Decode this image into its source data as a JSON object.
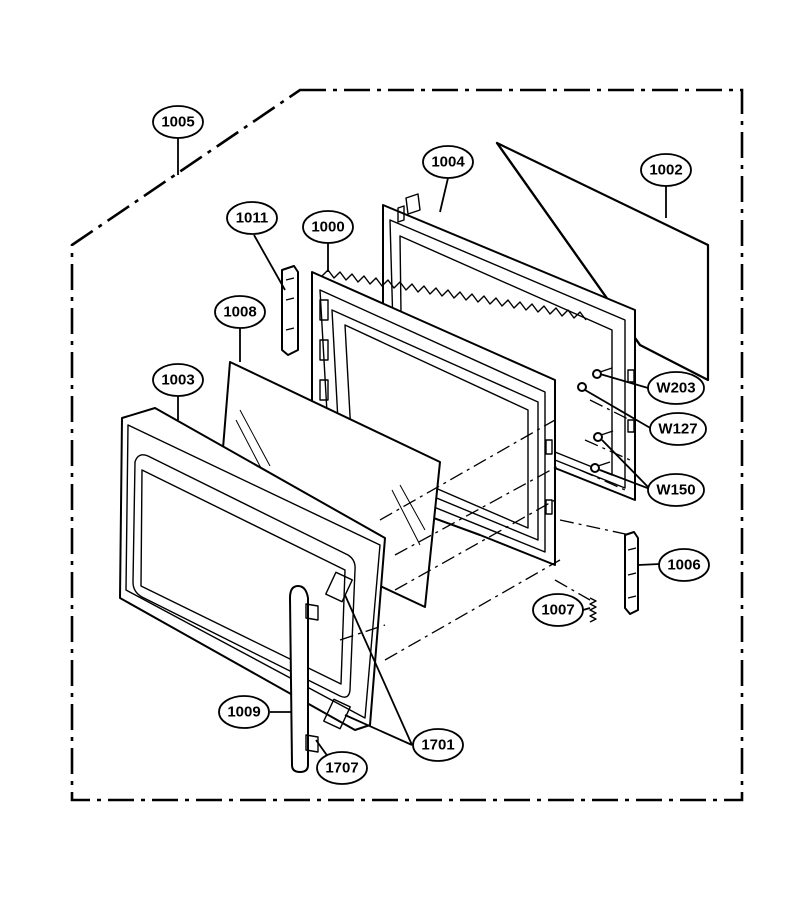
{
  "callouts": [
    {
      "id": "c1005",
      "label": "1005"
    },
    {
      "id": "c1004",
      "label": "1004"
    },
    {
      "id": "c1002",
      "label": "1002"
    },
    {
      "id": "c1011",
      "label": "1011"
    },
    {
      "id": "c1000",
      "label": "1000"
    },
    {
      "id": "c1008",
      "label": "1008"
    },
    {
      "id": "c1003",
      "label": "1003"
    },
    {
      "id": "cW203",
      "label": "W203"
    },
    {
      "id": "cW127",
      "label": "W127"
    },
    {
      "id": "cW150",
      "label": "W150"
    },
    {
      "id": "c1006",
      "label": "1006"
    },
    {
      "id": "c1007",
      "label": "1007"
    },
    {
      "id": "c1009",
      "label": "1009"
    },
    {
      "id": "c1701",
      "label": "1701"
    },
    {
      "id": "c1707",
      "label": "1707"
    }
  ]
}
